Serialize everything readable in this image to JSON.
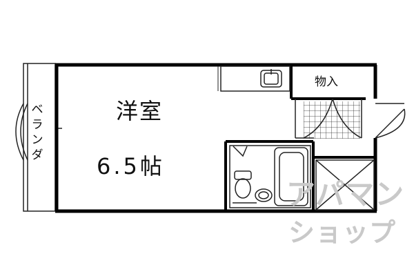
{
  "rooms": {
    "western_room": "洋室",
    "western_room_size": "6.5帖",
    "closet": "物入",
    "balcony": "ベランダ"
  },
  "watermark": {
    "line1": "アパマン",
    "line2": "ショップ"
  },
  "colors": {
    "wall": "#000000",
    "line": "#222222",
    "watermark": "#c9c9c9"
  }
}
